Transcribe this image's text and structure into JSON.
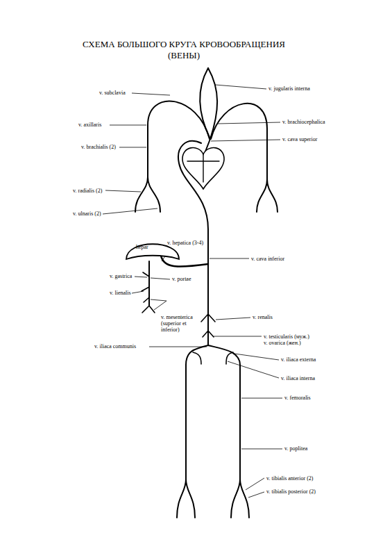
{
  "diagram": {
    "title": "СХЕМА БОЛЬШОГО КРУГА КРОВООБРАЩЕНИЯ (ВЕНЫ)",
    "nodes": [
      {
        "text": [
          "hepar"
        ]
      }
    ],
    "labels": [
      "v. subclavia",
      "v. jugularis interna",
      "v. axillaris",
      "v. brachiocephalica",
      "v. brachialis (2)",
      "v. cava superior",
      "v. radialis (2)",
      "v. ulnaris (2)",
      "v. hepatica (3-4)",
      "v. cava inferior",
      "v. gastrica",
      "v. portae",
      "v. lienalis",
      "v. mesenterica (superior et inferior)",
      "v. renalis",
      "v. testicularis (муж.)",
      "v. ovarica (жен.)",
      "v. iliaca communis",
      "v. iliaca externa",
      "v. iliaca interna",
      "v. femoralis",
      "v. poplitea",
      "v. tibialis anterior (2)",
      "v. tibialis posterior (2)"
    ]
  }
}
